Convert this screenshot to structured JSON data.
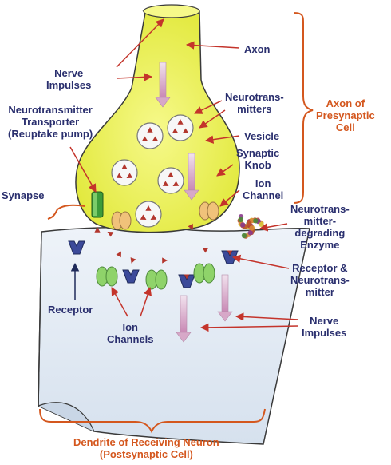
{
  "colors": {
    "presynaptic_fill": "#e9f04a",
    "postsynaptic_fill": "#dfe8f3",
    "label_text": "#2a2f6e",
    "cell_label_text": "#d4571e",
    "arrow": "#c4342b",
    "receptor": "#3c4a9a",
    "ion_channel_green": "#8fd36a",
    "ion_channel_orange": "#f0c27a",
    "transporter": "#3c9b3a",
    "enzyme": "#c0542e",
    "vesicle": "#f7f7f7",
    "neurotransmitter": "#b3362d",
    "impulse_arrow": "#d7a8c8"
  },
  "labels": {
    "nerve_impulses_top": "Nerve\nImpulses",
    "axon": "Axon",
    "neurotransmitters": "Neurotrans-\nmitters",
    "axon_of_presynaptic_cell": "Axon of\nPresynaptic\nCell",
    "neurotransmitter_transporter": "Neurotransmitter\nTransporter\n(Reuptake pump)",
    "vesicle": "Vesicle",
    "synaptic_knob": "Synaptic\nKnob",
    "ion_channel": "Ion\nChannel",
    "synapse": "Synapse",
    "enzyme": "Neurotrans-\nmitter-\ndegrading\nEnzyme",
    "receptor_and_neurotransmitter": "Receptor &\nNeurotrans-\nmitter",
    "receptor": "Receptor",
    "ion_channels": "Ion\nChannels",
    "nerve_impulses_bottom": "Nerve\nImpulses",
    "dendrite_of_receiving_neuron": "Dendrite of Receiving Neuron\n(Postsynaptic Cell)"
  }
}
